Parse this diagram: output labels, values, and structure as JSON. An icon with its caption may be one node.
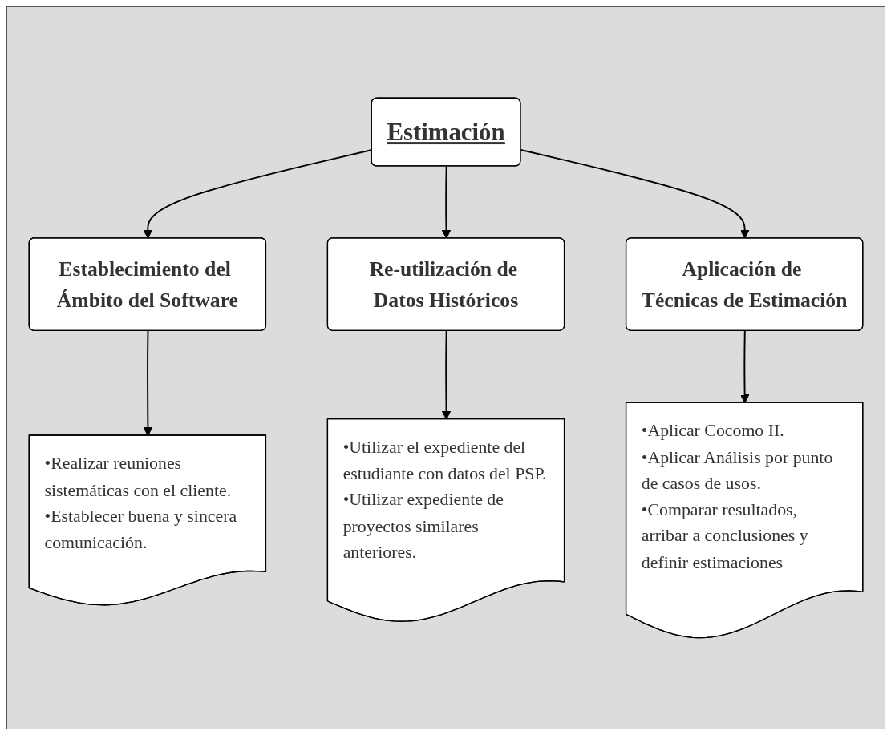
{
  "diagram": {
    "nodes": [
      {
        "text": [
          "Estimación"
        ]
      },
      {
        "text": [
          "Establecimiento del Ámbito del Software"
        ]
      },
      {
        "text": [
          "Re-utilización de Datos Históricos"
        ]
      },
      {
        "text": [
          "Aplicación de Técnicas de Estimación"
        ]
      },
      {
        "text": [
          "•Realizar reuniones sistemáticas con el cliente.",
          "•Establecer buena y sincera comunicación."
        ]
      },
      {
        "text": [
          "•Utilizar el expediente del estudiante con datos del PSP.",
          "•Utilizar expediente de proyectos similares anteriores."
        ]
      },
      {
        "text": [
          "•Aplicar Cocomo II.",
          "•Aplicar Análisis por punto de casos de usos.",
          "•Comparar resultados, arribar a conclusiones y definir estimaciones"
        ]
      }
    ],
    "edges": [
      {
        "from": 0,
        "to": 1,
        "arrow": "to"
      },
      {
        "from": 0,
        "to": 2,
        "arrow": "to"
      },
      {
        "from": 0,
        "to": 3,
        "arrow": "to"
      },
      {
        "from": 1,
        "to": 4,
        "arrow": "to"
      },
      {
        "from": 2,
        "to": 5,
        "arrow": "to"
      },
      {
        "from": 3,
        "to": 6,
        "arrow": "to"
      }
    ]
  }
}
